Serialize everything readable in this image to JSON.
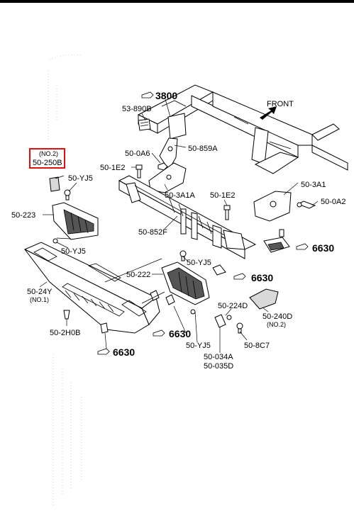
{
  "labels": {
    "p3800": "3800",
    "p53_890b": "53-890B",
    "front": "FRONT",
    "p50_0a6": "50-0A6",
    "p50_859a": "50-859A",
    "highlight_no": "(NO.2)",
    "highlight_part": "50-250B",
    "p50_1e2_left": "50-1E2",
    "p50_3a1a": "50-3A1A",
    "p50_1e2_right": "50-1E2",
    "p50_3a1": "50-3A1",
    "p50_0a2": "50-0A2",
    "p50_yj5_a": "50-YJ5",
    "p50_223": "50-223",
    "p50_852f": "50-852F",
    "p6630_a": "6630",
    "p50_yj5_b": "50-YJ5",
    "p50_222": "50-222",
    "p50_yj5_c": "50-YJ5",
    "p6630_b": "6630",
    "p50_24y": "50-24Y",
    "p50_24y_no": "(NO.1)",
    "p50_224d": "50-224D",
    "p50_240d": "50-240D",
    "p50_240d_no": "(NO.2)",
    "p50_2h0b": "50-2H0B",
    "p6630_c": "6630",
    "p50_yj5_d": "50-YJ5",
    "p50_8c7": "50-8C7",
    "p6630_d": "6630",
    "p50_034a": "50-034A",
    "p50_035d": "50-035D"
  },
  "colors": {
    "highlight_border": "#e01010",
    "line": "#000000",
    "shade": "#d9d9d9"
  },
  "icons": {
    "reference": "pointing-hand-icon",
    "direction": "front-arrow-icon"
  }
}
